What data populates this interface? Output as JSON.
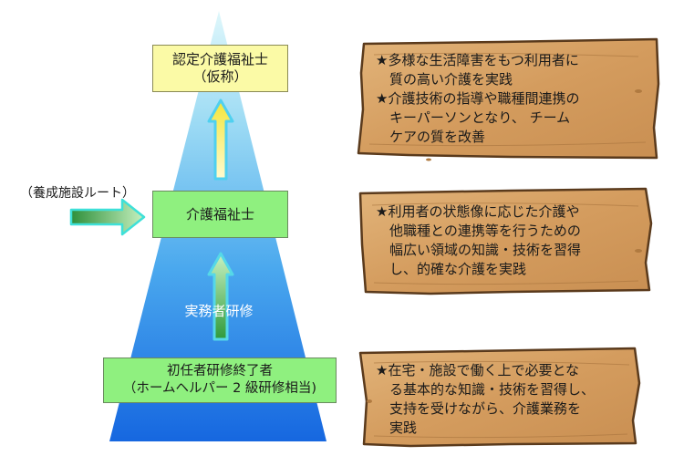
{
  "levels": {
    "top": {
      "line1": "認定介護福祉士",
      "line2": "（仮称）"
    },
    "middle": {
      "label": "介護福祉士"
    },
    "bottom": {
      "line1": "初任者研修終了者",
      "line2": "（ホームヘルパー 2 級研修相当)"
    }
  },
  "route_label": "（養成施設ルート）",
  "step_label": "実務者研修",
  "notes": {
    "top": [
      "★多様な生活障害をもつ利用者に",
      "　質の高い介護を実践",
      "★介護技術の指導や職種間連携の",
      "　キーパーソンとなり、 チーム",
      "　ケアの質を改善"
    ],
    "middle": [
      "★利用者の状態像に応じた介護や",
      "　他職種との連携等を行うための",
      "　幅広い領域の知識・技術を習得",
      "　し、的確な介護を実践"
    ],
    "bottom": [
      "★在宅・施設で働く上で必要とな",
      "　る基本的な知識・技術を習得し、",
      "　支持を受けながら、介護業務を",
      "　実践"
    ]
  },
  "colors": {
    "pyramid_top": "#d9f6fb",
    "pyramid_bottom": "#1a6fe0",
    "wood": "#d9a56a",
    "wood_border": "#5a3a1c"
  }
}
